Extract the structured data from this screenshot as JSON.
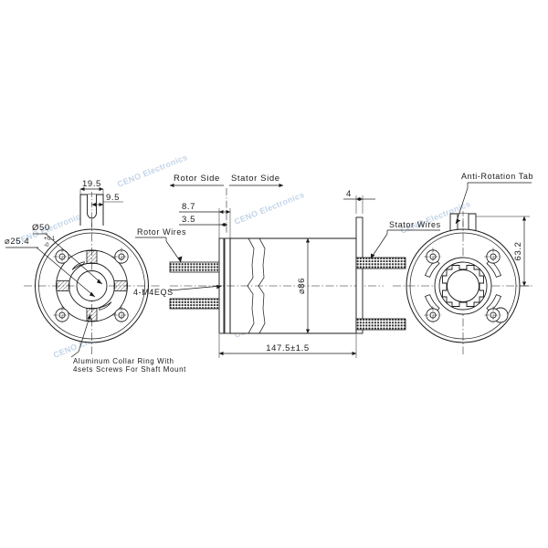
{
  "document": {
    "type": "engineering-drawing",
    "subject": "Through-bore slip ring assembly",
    "background_color": "#ffffff",
    "line_color": "#1a1a1a",
    "watermark_color": "#b9cde4"
  },
  "watermark": {
    "text": "CENO Electronics",
    "occurrences": 9
  },
  "views": {
    "left": {
      "name": "Rotor end face view",
      "labels": {
        "bore_diameter": "⌀25.4",
        "bore_tolerance_upper": "+0.1",
        "bore_tolerance_lower": "-0",
        "flange_diameter": "Ø50",
        "tab_width": "19.5",
        "tab_offset": "9.5",
        "collar_note_line1": "Aluminum Collar Ring With",
        "collar_note_line2": "4sets Screws For Shaft Mount"
      }
    },
    "center": {
      "name": "Side section view",
      "labels": {
        "rotor_side": "Rotor Side",
        "stator_side": "Stator Side",
        "dim_8_7": "8.7",
        "dim_3_5": "3.5",
        "dim_4": "4",
        "body_diameter": "⌀86",
        "overall_length": "147.5±1.5",
        "rotor_wires": "Rotor Wires",
        "stator_wires": "Stator Wires",
        "mounting_thread": "4-M4EQS"
      }
    },
    "right": {
      "name": "Stator end face view",
      "labels": {
        "anti_rotation_tab": "Anti-Rotation Tab",
        "tab_height": "63.2"
      }
    }
  },
  "dimensions_list": [
    {
      "id": "bore",
      "value": "⌀25.4",
      "tolerance": "+0.1/-0",
      "unit": "mm"
    },
    {
      "id": "flange-dia",
      "value": "Ø50",
      "unit": "mm"
    },
    {
      "id": "tab-width",
      "value": "19.5",
      "unit": "mm"
    },
    {
      "id": "tab-offset",
      "value": "9.5",
      "unit": "mm"
    },
    {
      "id": "stator-flange-gap",
      "value": "8.7",
      "unit": "mm"
    },
    {
      "id": "flange-thickness",
      "value": "3.5",
      "unit": "mm"
    },
    {
      "id": "stator-plate",
      "value": "4",
      "unit": "mm"
    },
    {
      "id": "body-dia",
      "value": "⌀86",
      "unit": "mm"
    },
    {
      "id": "overall-length",
      "value": "147.5±1.5",
      "unit": "mm"
    },
    {
      "id": "tab-height",
      "value": "63.2",
      "unit": "mm"
    }
  ]
}
